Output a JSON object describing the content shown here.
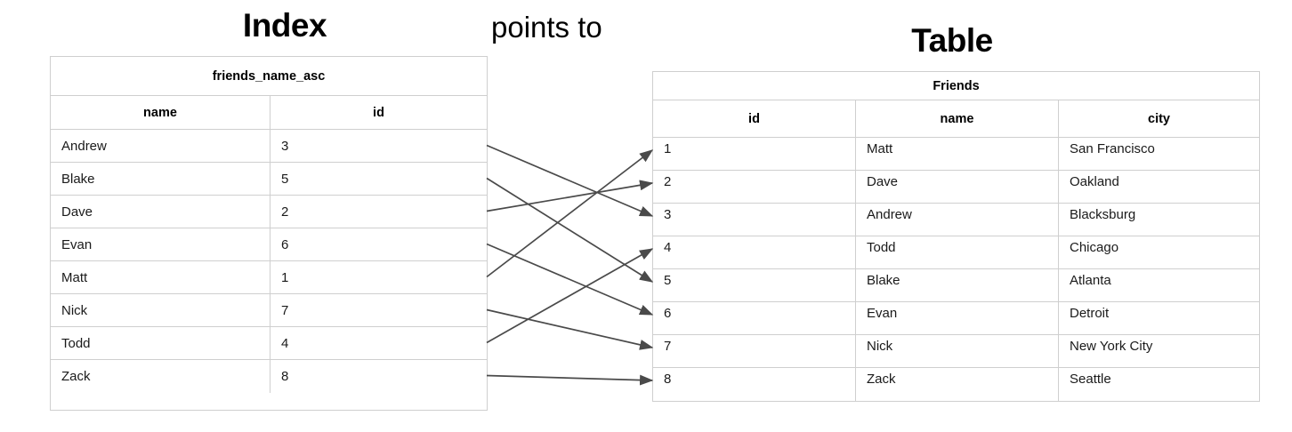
{
  "diagram": {
    "index_title": "Index",
    "table_title": "Table",
    "relation_label": "points to",
    "arrow_color": "#4a4a4a",
    "border_color": "#cfcfcf"
  },
  "index": {
    "caption": "friends_name_asc",
    "columns": [
      "name",
      "id"
    ],
    "rows": [
      {
        "name": "Andrew",
        "id": "3"
      },
      {
        "name": "Blake",
        "id": "5"
      },
      {
        "name": "Dave",
        "id": "2"
      },
      {
        "name": "Evan",
        "id": "6"
      },
      {
        "name": "Matt",
        "id": "1"
      },
      {
        "name": "Nick",
        "id": "7"
      },
      {
        "name": "Todd",
        "id": "4"
      },
      {
        "name": "Zack",
        "id": "8"
      }
    ]
  },
  "table": {
    "caption": "Friends",
    "columns": [
      "id",
      "name",
      "city"
    ],
    "rows": [
      {
        "id": "1",
        "name": "Matt",
        "city": "San Francisco"
      },
      {
        "id": "2",
        "name": "Dave",
        "city": "Oakland"
      },
      {
        "id": "3",
        "name": "Andrew",
        "city": "Blacksburg"
      },
      {
        "id": "4",
        "name": "Todd",
        "city": "Chicago"
      },
      {
        "id": "5",
        "name": "Blake",
        "city": "Atlanta"
      },
      {
        "id": "6",
        "name": "Evan",
        "city": "Detroit"
      },
      {
        "id": "7",
        "name": "Nick",
        "city": "New York City"
      },
      {
        "id": "8",
        "name": "Zack",
        "city": "Seattle"
      }
    ]
  },
  "arrows": [
    {
      "from_index_row": 0,
      "from_name": "Andrew",
      "to_table_id": "3"
    },
    {
      "from_index_row": 1,
      "from_name": "Blake",
      "to_table_id": "5"
    },
    {
      "from_index_row": 2,
      "from_name": "Dave",
      "to_table_id": "2"
    },
    {
      "from_index_row": 3,
      "from_name": "Evan",
      "to_table_id": "6"
    },
    {
      "from_index_row": 4,
      "from_name": "Matt",
      "to_table_id": "1"
    },
    {
      "from_index_row": 5,
      "from_name": "Nick",
      "to_table_id": "7"
    },
    {
      "from_index_row": 6,
      "from_name": "Todd",
      "to_table_id": "4"
    },
    {
      "from_index_row": 7,
      "from_name": "Zack",
      "to_table_id": "8"
    }
  ]
}
